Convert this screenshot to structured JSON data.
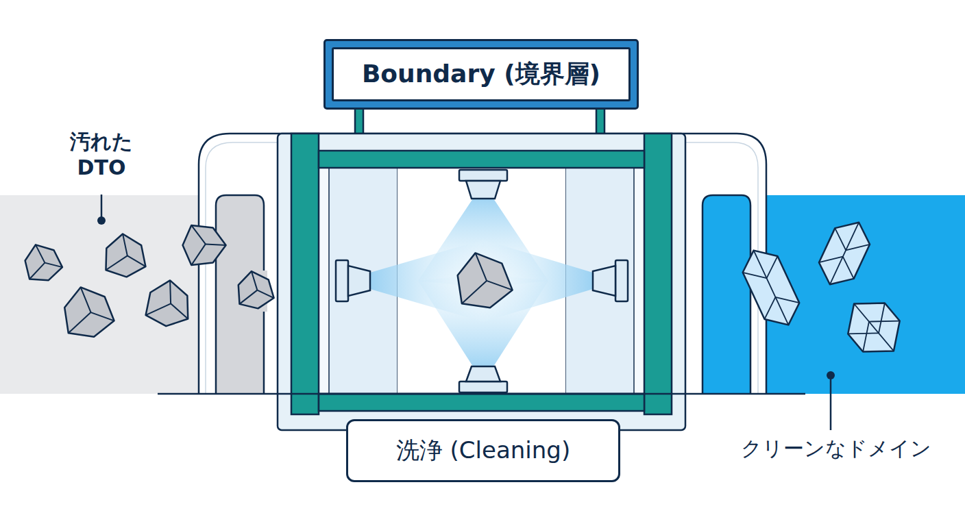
{
  "diagram": {
    "nodes": [
      {
        "text": [
          "Boundary (境界層)"
        ]
      },
      {
        "text": [
          "洗浄 (Cleaning)"
        ]
      }
    ],
    "labels": [
      "汚れた DTO",
      "クリーンなドメイン"
    ]
  }
}
